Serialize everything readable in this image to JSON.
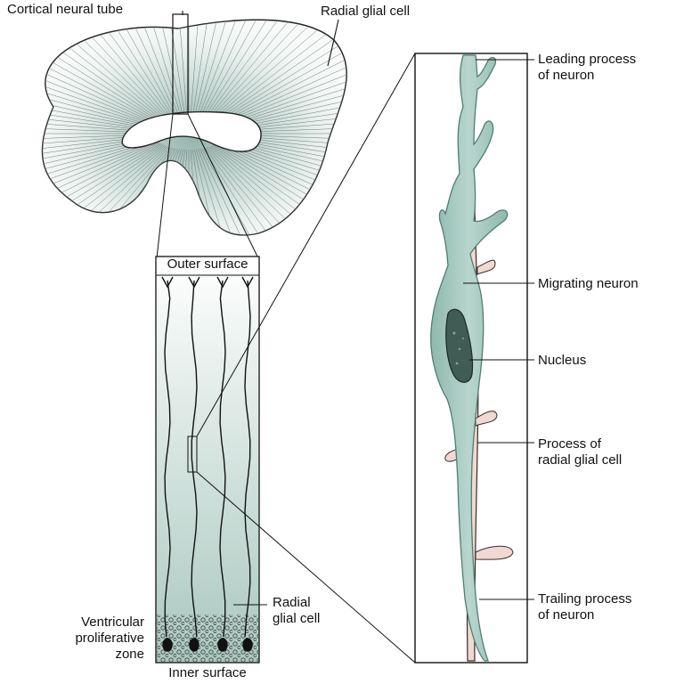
{
  "labels": {
    "cortical_neural_tube": "Cortical neural tube",
    "radial_glial_cell_top": "Radial glial cell",
    "outer_surface": "Outer surface",
    "inner_surface": "Inner surface",
    "radial_glial_cell_lower": [
      "Radial",
      "glial cell"
    ],
    "ventricular_zone": [
      "Ventricular",
      "proliferative",
      "zone"
    ],
    "leading_process": [
      "Leading process",
      "of neuron"
    ],
    "migrating_neuron": "Migrating neuron",
    "nucleus": "Nucleus",
    "process_of_radial_glial": [
      "Process of",
      "radial glial cell"
    ],
    "trailing_process": [
      "Trailing process",
      "of neuron"
    ]
  },
  "colors": {
    "neuron_fill": "#a9cbc2",
    "neuron_stroke": "#4f7e73",
    "glial_process": "#f0d9d2",
    "nucleus_fill": "#3f5d55",
    "line": "#111111"
  }
}
